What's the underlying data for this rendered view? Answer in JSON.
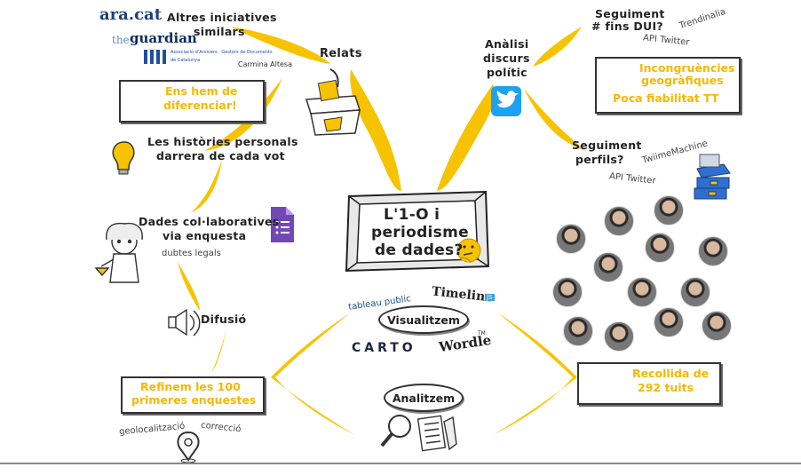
{
  "center": {
    "line1": "L'1-O i",
    "line2": "periodisme",
    "line3": "de dades?"
  },
  "relats": "Relats",
  "altres": {
    "line1": "Altres iniciatives",
    "line2": "similars"
  },
  "logos": {
    "aracat": "ara.cat",
    "guardian_the": "the",
    "guardian_name": "guardian",
    "arxivers_line1": "Associació d'Arxivers · Gestors de Documents",
    "arxivers_line2": "de Catalunya",
    "carmina": "Carmina Altesa",
    "tableau": "tableau public",
    "timeline": "Timeline",
    "timeline_badge": "JS",
    "carto": "CARTO",
    "wordle": "Wordle",
    "wordle_tm": "TM"
  },
  "diferenciar": {
    "line1": "Ens hem de",
    "line2": "diferenciar!"
  },
  "histories": {
    "line1": "Les històries personals",
    "line2": "darrera de cada vot"
  },
  "dades": {
    "line1": "Dades col·laboratives",
    "line2": "via enquesta"
  },
  "dubtes": "dubtes legals",
  "difusio": "Difusió",
  "refinem": {
    "line1": "Refinem les 100",
    "line2": "primeres enquestes"
  },
  "geolocalitzacio": "geolocalització",
  "correccio": "correcció",
  "visualitzem": "Visualitzem",
  "analitzem": "Analitzem",
  "analisi": {
    "line1": "Anàlisi",
    "line2": "discurs",
    "line3": "polític"
  },
  "seguiment_dui": {
    "line1": "Seguiment",
    "line2": "# fins DUI?"
  },
  "trendinalia": "Trendinalia",
  "api_twitter_1": "API Twitter",
  "incongruencies": {
    "line1": "Incongruències",
    "line2": "geogràfiques",
    "line3": "Poca fiabilitat TT"
  },
  "seguiment_perfils": {
    "line1": "Seguiment",
    "line2": "perfils?"
  },
  "twiimemachine": "TwiimeMachine",
  "api_twitter_2": "API Twitter",
  "recollida": {
    "line1": "Recollida de",
    "line2": "292 tuits"
  },
  "colors": {
    "yellow": "#f7c300",
    "ink": "#222222",
    "twitter": "#1da1f2",
    "forms": "#7248b9"
  },
  "icons": [
    "sad-face-icon",
    "lightbulb-icon",
    "ballot-box-icon",
    "twitter-icon",
    "forms-icon",
    "judge-icon",
    "speaker-icon",
    "location-pin-icon",
    "magnifier-icon",
    "notepad-icon",
    "thumbs-down-icon",
    "thinking-face-icon",
    "twitter-bird-icon",
    "file-boxes-icon"
  ]
}
